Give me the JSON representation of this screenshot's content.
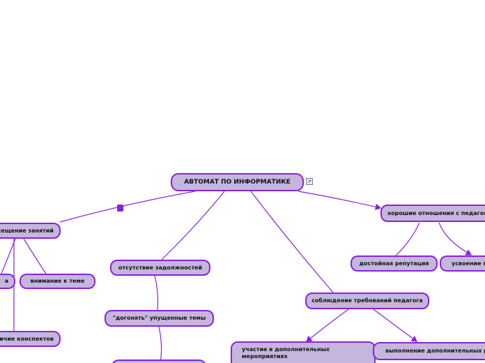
{
  "diagram": {
    "root": "АВТОМАТ ПО ИНФОРМАТИКЕ",
    "nodes": {
      "attendance": "посещение занятий",
      "lectures": "а",
      "attention": "внимание к теме",
      "notes": "наличие конспектов",
      "no_debts": "отсутствие задолжностей",
      "catch_up": "\"догонять\" упущенные темы",
      "good_relations": "хорошие отношения с педагогом",
      "reputation": "достойная репутация",
      "mastery": "усвоение предмета",
      "requirements": "соблюдение требований педагога",
      "extra_events": "участие в дополнительных мероприятиях",
      "extra_work": "выполнение дополнительных работ"
    },
    "link_icon": "external-link-icon",
    "colors": {
      "node_fill": "#c5b6dd",
      "node_border": "#8b22d8",
      "link": "#8b22d8"
    }
  }
}
